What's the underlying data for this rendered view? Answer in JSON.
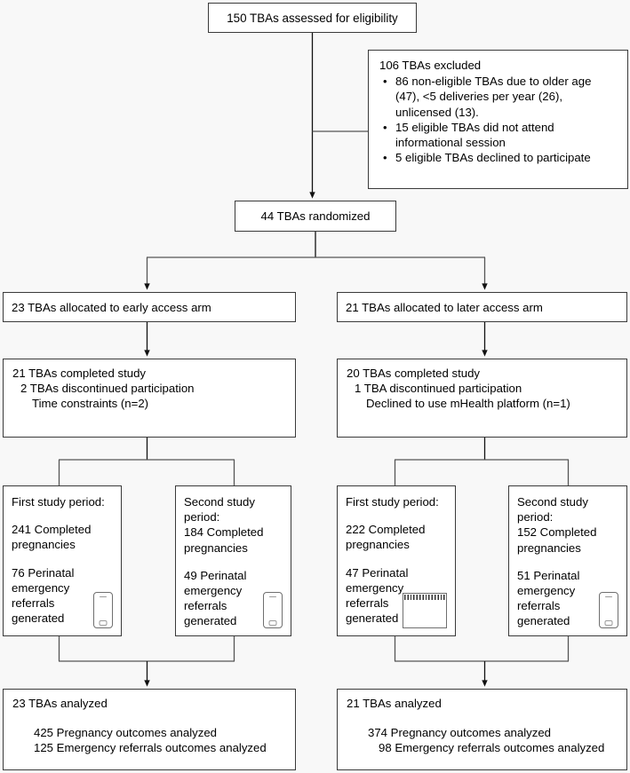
{
  "diagram": {
    "title": "CONSORT participant flow diagram",
    "background_color": "#f8f8f8",
    "box_border_color": "#3a3a3a",
    "connector_color": "#1a1a1a"
  },
  "enrollment": {
    "assessed": "150 TBAs assessed for eligibility",
    "excluded": {
      "header": "106 TBAs excluded",
      "reasons": [
        "86 non-eligible TBAs due to older age (47), <5 deliveries per year (26), unlicensed (13).",
        "15 eligible TBAs did not attend informational session",
        "5 eligible TBAs declined to participate"
      ]
    },
    "randomized": "44 TBAs randomized"
  },
  "allocation": {
    "early": "23 TBAs allocated to early access arm",
    "later": "21 TBAs allocated to later access arm"
  },
  "follow_up": {
    "early": {
      "line1": "21 TBAs completed study",
      "line2": "2 TBAs discontinued participation",
      "line3": "Time constraints (n=2)"
    },
    "later": {
      "line1": "20 TBAs completed study",
      "line2": "1 TBA discontinued participation",
      "line3": "Declined to use mHealth platform (n=1)"
    }
  },
  "study_periods": [
    {
      "heading": "First study period:",
      "pregnancies_line1": "241 Completed",
      "pregnancies_line2": "pregnancies",
      "referrals_line1": "76 Perinatal",
      "referrals_line2": "emergency",
      "referrals_line3": "referrals",
      "referrals_line4": "generated",
      "icon": "smartphone-icon"
    },
    {
      "heading_line1": "Second study",
      "heading_line2": "period:",
      "pregnancies_line1": "184 Completed",
      "pregnancies_line2": "pregnancies",
      "referrals_line1": "49 Perinatal",
      "referrals_line2": "emergency",
      "referrals_line3": "referrals",
      "referrals_line4": "generated",
      "icon": "smartphone-icon"
    },
    {
      "heading": "First study period:",
      "pregnancies_line1": "222 Completed",
      "pregnancies_line2": "pregnancies",
      "referrals_line1": "47 Perinatal",
      "referrals_line2": "emergency",
      "referrals_line3": "referrals",
      "referrals_line4": "generated",
      "icon": "notepad-icon"
    },
    {
      "heading_line1": "Second study",
      "heading_line2": "period:",
      "pregnancies_line1": "152 Completed",
      "pregnancies_line2": "pregnancies",
      "referrals_line1": "51 Perinatal",
      "referrals_line2": "emergency",
      "referrals_line3": "referrals",
      "referrals_line4": "generated",
      "icon": "smartphone-icon"
    }
  ],
  "analysis": {
    "early": {
      "line1": "23 TBAs analyzed",
      "line2": "425 Pregnancy outcomes analyzed",
      "line3": "125 Emergency referrals outcomes analyzed"
    },
    "later": {
      "line1": "21 TBAs analyzed",
      "line2": "374 Pregnancy outcomes analyzed",
      "line3": "98 Emergency referrals outcomes analyzed"
    }
  }
}
